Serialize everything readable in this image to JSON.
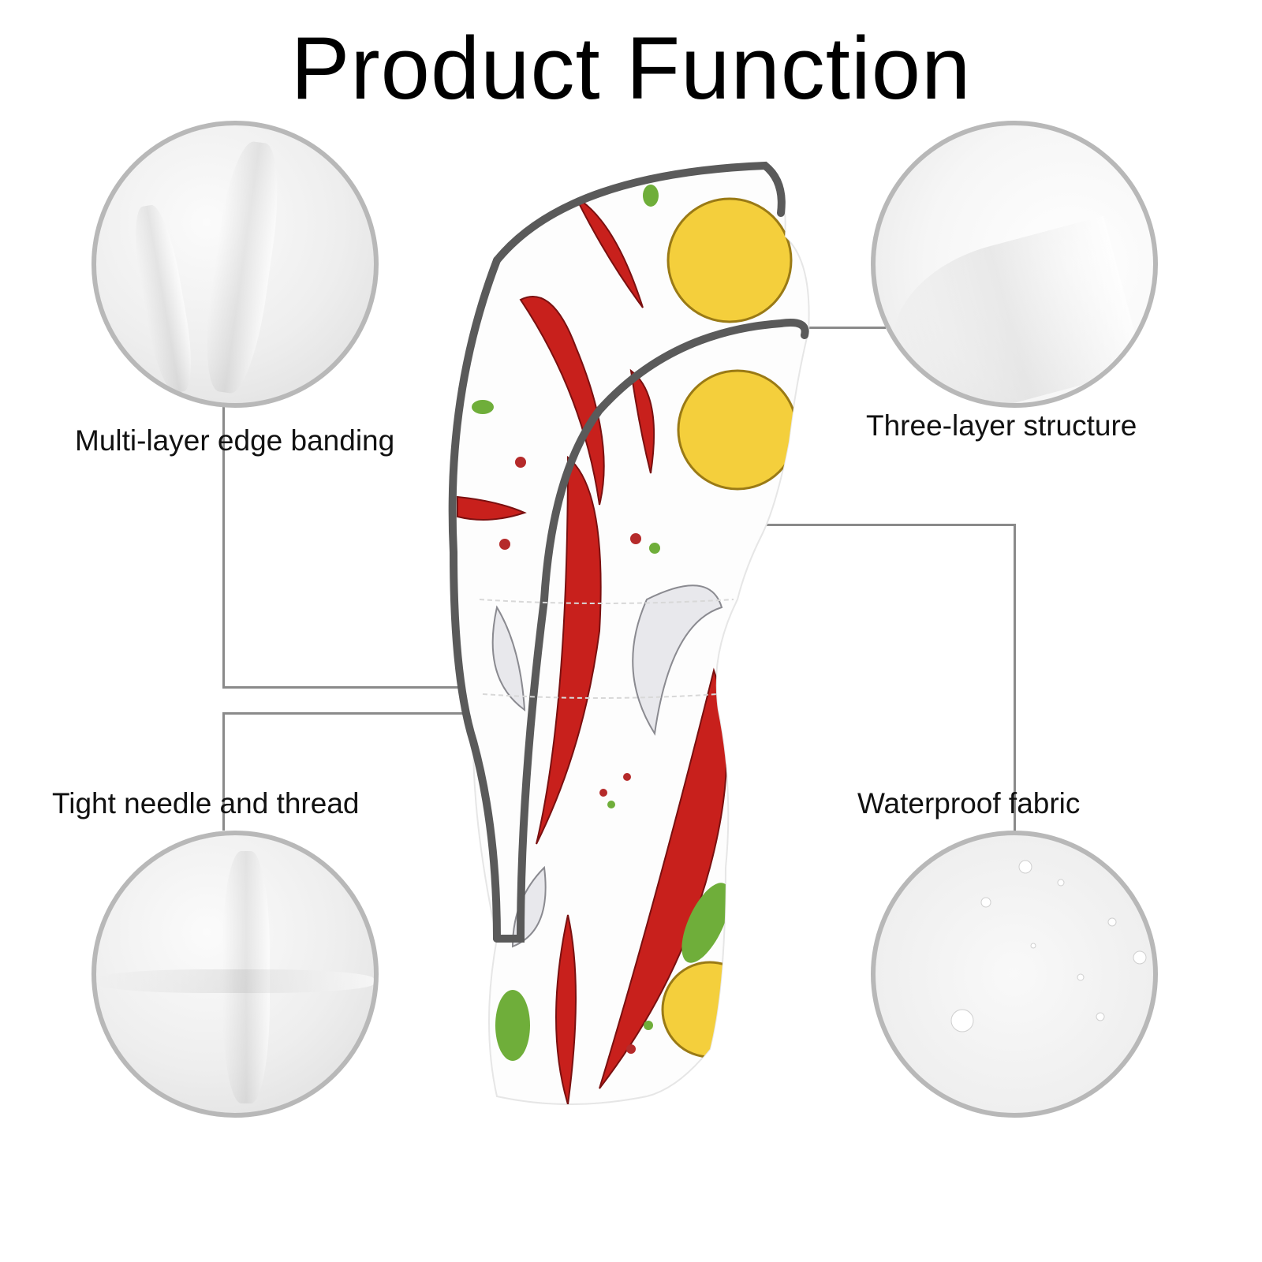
{
  "title": "Product Function",
  "features": [
    {
      "label": "Multi-layer edge banding"
    },
    {
      "label": "Three-layer structure"
    },
    {
      "label": "Tight needle and thread"
    },
    {
      "label": "Waterproof fabric"
    }
  ],
  "colors": {
    "circle_border": "#b8b8b8",
    "trim": "#5a5a5a",
    "chili": "#c8201c",
    "lemon": "#f2c530"
  }
}
